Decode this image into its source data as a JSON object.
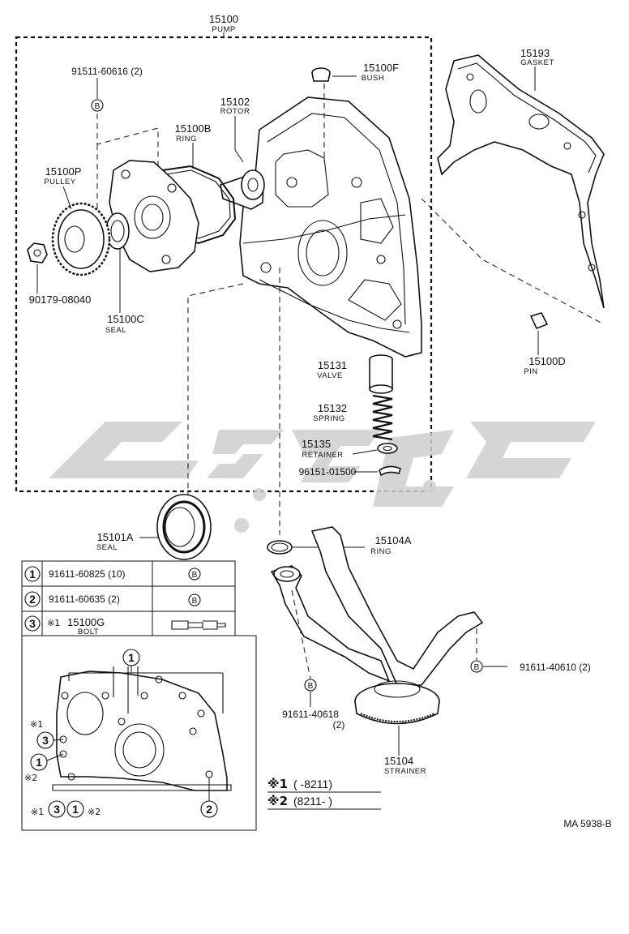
{
  "pump": {
    "part_no": "15100",
    "name": "PUMP"
  },
  "parts": [
    {
      "id": "bolt_top",
      "part_no": "91511-60616 (2)"
    },
    {
      "id": "bush",
      "part_no": "15100F",
      "name": "BUSH"
    },
    {
      "id": "gasket",
      "part_no": "15193",
      "name": "GASKET"
    },
    {
      "id": "rotor",
      "part_no": "15102",
      "name": "ROTOR"
    },
    {
      "id": "ring",
      "part_no": "15100B",
      "name": "RING"
    },
    {
      "id": "pulley",
      "part_no": "15100P",
      "name": "PULLEY"
    },
    {
      "id": "nut",
      "part_no": "90179-08040"
    },
    {
      "id": "seal_c",
      "part_no": "15100C",
      "name": "SEAL"
    },
    {
      "id": "pin",
      "part_no": "15100D",
      "name": "PIN"
    },
    {
      "id": "valve",
      "part_no": "15131",
      "name": "VALVE"
    },
    {
      "id": "spring",
      "part_no": "15132",
      "name": "SPRING"
    },
    {
      "id": "retainer",
      "part_no": "15135",
      "name": "RETAINER"
    },
    {
      "id": "clip",
      "part_no": "96151-01500"
    },
    {
      "id": "seal_a",
      "part_no": "15101A",
      "name": "SEAL"
    },
    {
      "id": "ring_a",
      "part_no": "15104A",
      "name": "RING"
    },
    {
      "id": "bolt_right",
      "part_no": "91611-40610 (2)"
    },
    {
      "id": "bolt_strainer",
      "part_no": "91611-40618",
      "qty": "(2)"
    },
    {
      "id": "strainer",
      "part_no": "15104",
      "name": "STRAINER"
    }
  ],
  "legend": [
    {
      "num": "1",
      "part_no": "91611-60825 (10)",
      "marker": "B"
    },
    {
      "num": "2",
      "part_no": "91611-60635 (2)",
      "marker": "B"
    },
    {
      "num": "3",
      "mark": "※1",
      "part_no": "15100G",
      "name": "BOLT"
    }
  ],
  "inset": {
    "callouts": [
      "1",
      "3",
      "1",
      "2",
      "3",
      "1"
    ],
    "notes": [
      "※1",
      "※2",
      "※1",
      "※2"
    ]
  },
  "footnotes": [
    {
      "mark": "※1",
      "text": "(      -8211)"
    },
    {
      "mark": "※2",
      "text": "(8211-       )"
    }
  ],
  "bolt_marker": "B",
  "figure_id": "MA  5938-B"
}
